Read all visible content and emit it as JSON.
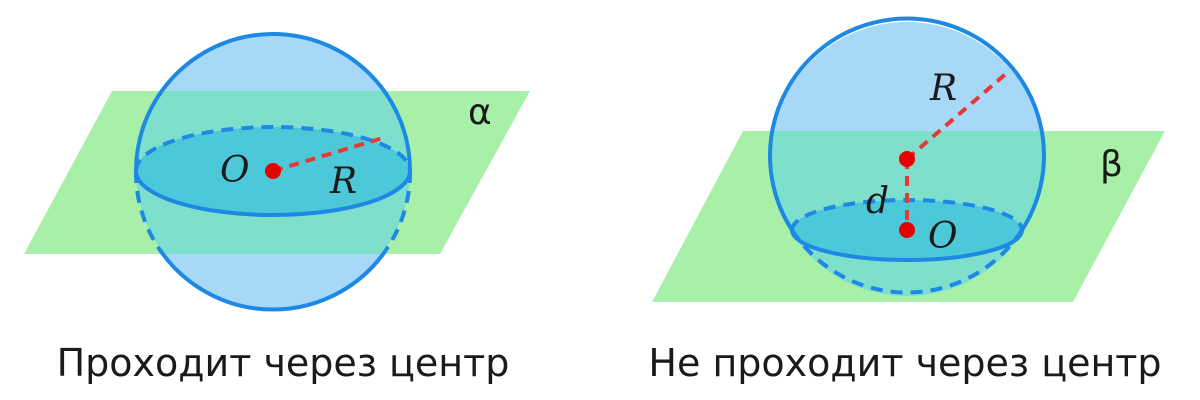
{
  "colors": {
    "plane_fill": "#a8f0a8",
    "sphere_fill": "#a8d8f8",
    "sphere_stroke": "#1e88e5",
    "section_fill": "#4dc8d8",
    "overlap_fill": "#7ee0cc",
    "radius_color": "#e53935",
    "point_color": "#e60000",
    "text_color": "#1a1a1a"
  },
  "left": {
    "plane_label": "α",
    "center_label": "O",
    "radius_label": "R",
    "caption": "Проходит через центр"
  },
  "right": {
    "plane_label": "β",
    "center_label": "O",
    "radius_label": "R",
    "distance_label": "d",
    "caption": "Не проходит через центр"
  }
}
